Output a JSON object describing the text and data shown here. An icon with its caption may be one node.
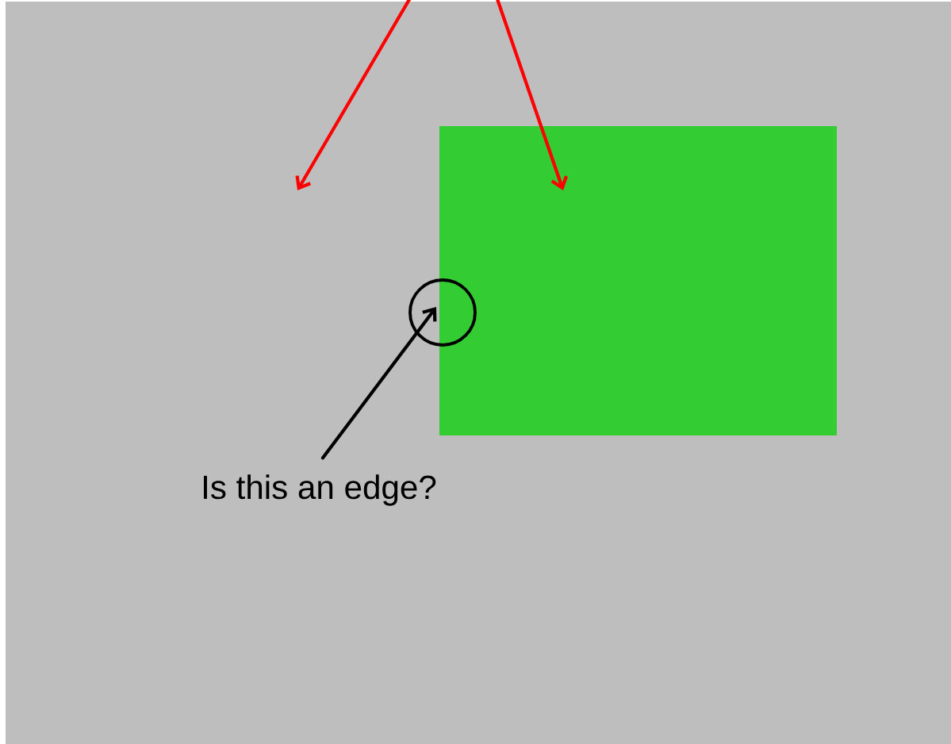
{
  "diagram": {
    "nodes": [
      {
        "text": [],
        "shape": "box"
      },
      {
        "text": [
          "Is this an edge?"
        ]
      },
      {
        "text": [],
        "shape": "circle"
      }
    ],
    "edges": [
      {
        "from": null,
        "to": 0,
        "arrow": "to",
        "color": "#ff0000"
      },
      {
        "from": 1,
        "to": 2,
        "arrow": "to",
        "color": "#000000"
      }
    ]
  }
}
